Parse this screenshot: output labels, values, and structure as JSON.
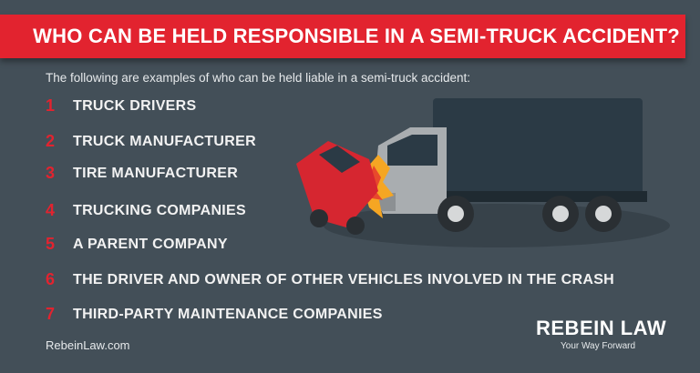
{
  "header": {
    "title": "WHO CAN BE HELD RESPONSIBLE IN A SEMI-TRUCK ACCIDENT?"
  },
  "intro": "The following are examples of who can be held liable in a semi-truck accident:",
  "items": [
    {
      "num": "1",
      "label": "TRUCK DRIVERS"
    },
    {
      "num": "2",
      "label": "TRUCK MANUFACTURER"
    },
    {
      "num": "3",
      "label": "TIRE MANUFACTURER"
    },
    {
      "num": "4",
      "label": "TRUCKING COMPANIES"
    },
    {
      "num": "5",
      "label": "A PARENT COMPANY"
    },
    {
      "num": "6",
      "label": "THE DRIVER AND OWNER OF OTHER VEHICLES INVOLVED IN THE CRASH"
    },
    {
      "num": "7",
      "label": "THIRD-PARTY MAINTENANCE COMPANIES"
    }
  ],
  "footer": {
    "website": "RebeinLaw.com"
  },
  "logo": {
    "name": "REBEIN LAW",
    "tagline": "Your Way Forward"
  },
  "colors": {
    "background": "#434f58",
    "accent": "#e2232f"
  }
}
